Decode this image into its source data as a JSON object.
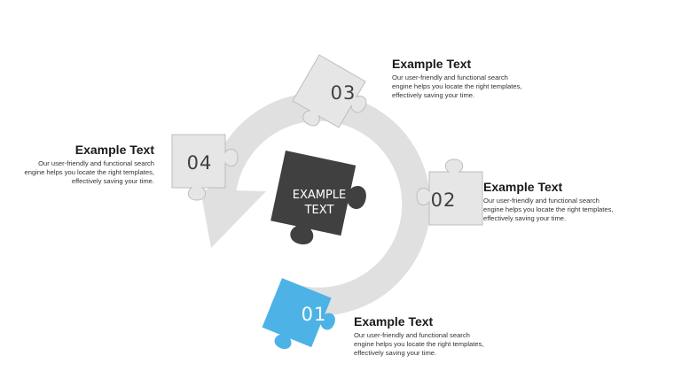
{
  "center": {
    "line1": "EXAMPLE",
    "line2": "TEXT",
    "color": "#404040"
  },
  "pieces": [
    {
      "id": "01",
      "label": "01",
      "color": "#4db3e6",
      "text_color": "#ffffff"
    },
    {
      "id": "02",
      "label": "02",
      "color": "#e6e6e6",
      "text_color": "#404040"
    },
    {
      "id": "03",
      "label": "03",
      "color": "#e6e6e6",
      "text_color": "#404040"
    },
    {
      "id": "04",
      "label": "04",
      "color": "#e6e6e6",
      "text_color": "#404040"
    }
  ],
  "arrow_color": "#e0e0e0",
  "callouts": {
    "c01": {
      "title": "Example Text",
      "body": "Our user-friendly  and functional search engine helps you locate the right templates, effectively  saving  your time."
    },
    "c02": {
      "title": "Example Text",
      "body": "Our user-friendly  and functional search engine helps you locate the right templates, effectively saving your time."
    },
    "c03": {
      "title": "Example Text",
      "body": "Our user-friendly  and functional search engine helps you locate the right templates, effectively saving your time."
    },
    "c04": {
      "title": "Example Text",
      "body": "Our user-friendly  and functional search engine helps you locate the right templates, effectively saving your time."
    }
  }
}
